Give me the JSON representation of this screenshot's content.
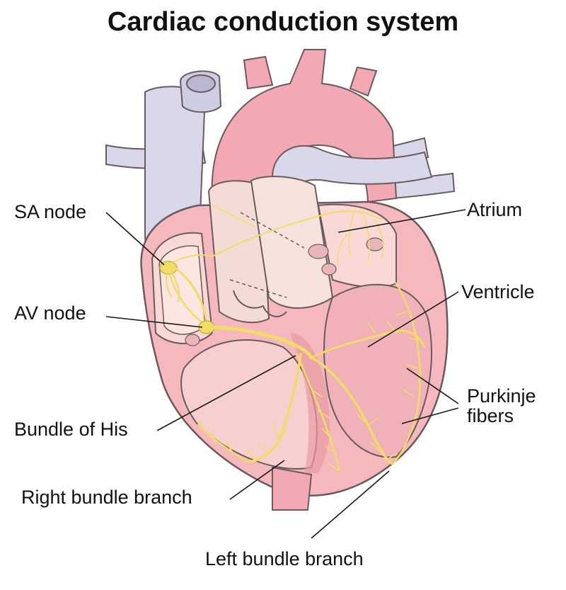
{
  "title": "Cardiac conduction system",
  "labels": {
    "sa_node": "SA node",
    "av_node": "AV node",
    "bundle_of_his": "Bundle of His",
    "right_bundle_branch": "Right bundle branch",
    "left_bundle_branch": "Left bundle branch",
    "atrium": "Atrium",
    "ventricle": "Ventricle",
    "purkinje_line1": "Purkinje",
    "purkinje_line2": "fibers"
  },
  "colors": {
    "vein": "#d9d8ea",
    "vein_shade": "#b9b7d2",
    "artery": "#f2a9b3",
    "artery_shade": "#e58d99",
    "muscle": "#f4b8bd",
    "muscle_dark": "#e89aa3",
    "chamber": "#f8d9d6",
    "valve": "#f4dcd6",
    "conduction": "#f1dc6a",
    "outline": "#6b5a5e"
  },
  "icons": [
    "heart-illustration"
  ]
}
